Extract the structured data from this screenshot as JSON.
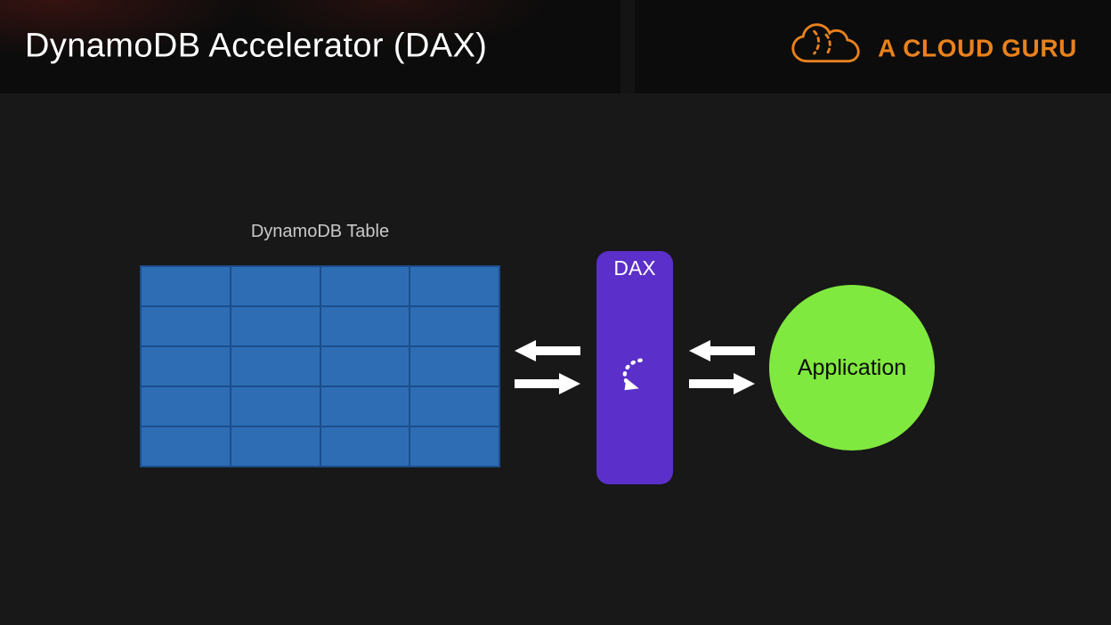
{
  "header": {
    "title": "DynamoDB Accelerator (DAX)"
  },
  "brand": {
    "name": "A CLOUD GURU",
    "color": "#E8821E"
  },
  "diagram": {
    "table": {
      "label": "DynamoDB Table",
      "rows": 5,
      "columns": 4,
      "cell_color": "#2E6DB4",
      "grid_line_color": "#1B4E8C"
    },
    "dax": {
      "label": "DAX",
      "color": "#5B2FC9",
      "icon": "dax-refresh-arrow-icon"
    },
    "application": {
      "label": "Application",
      "color": "#80E93F",
      "shape": "circle"
    },
    "arrow_color": "#FFFFFF",
    "flows": [
      {
        "from": "DynamoDB Table",
        "to": "DAX",
        "direction": "bidirectional"
      },
      {
        "from": "DAX",
        "to": "Application",
        "direction": "bidirectional"
      }
    ]
  }
}
